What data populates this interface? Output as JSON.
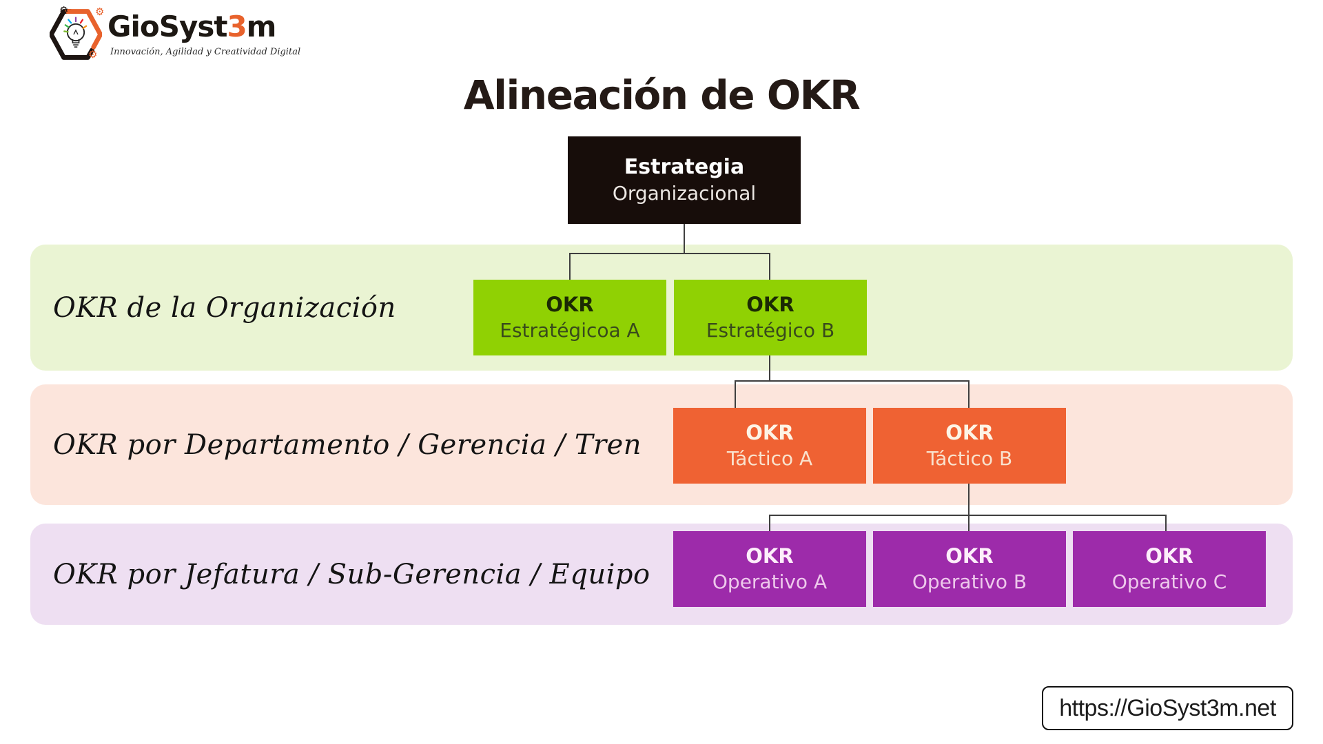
{
  "logo": {
    "brand_prefix": "GioSyst",
    "brand_accent": "3",
    "brand_suffix": "m",
    "tagline": "Innovación, Agilidad y Creatividad Digital",
    "accent_color": "#e8622c"
  },
  "title": "Alineación de OKR",
  "org_chart": {
    "root": {
      "title": "Estrategia",
      "subtitle": "Organizacional",
      "bg_color": "#170d0a"
    },
    "rows": [
      {
        "label": "OKR de la Organización",
        "band_color": "#eaf4d3",
        "box_color": "#90d103",
        "boxes": [
          {
            "title": "OKR",
            "subtitle": "Estratégicoa A"
          },
          {
            "title": "OKR",
            "subtitle": "Estratégico B"
          }
        ]
      },
      {
        "label": "OKR por Departamento / Gerencia / Tren",
        "band_color": "#fce5dc",
        "box_color": "#ef6233",
        "boxes": [
          {
            "title": "OKR",
            "subtitle": "Táctico A"
          },
          {
            "title": "OKR",
            "subtitle": "Táctico B"
          }
        ]
      },
      {
        "label": "OKR por Jefatura / Sub-Gerencia / Equipo",
        "band_color": "#eedff2",
        "box_color": "#9d2baa",
        "boxes": [
          {
            "title": "OKR",
            "subtitle": "Operativo A"
          },
          {
            "title": "OKR",
            "subtitle": "Operativo B"
          },
          {
            "title": "OKR",
            "subtitle": "Operativo C"
          }
        ]
      }
    ],
    "connector_color": "#3f3f3f"
  },
  "footer": {
    "url": "https://GioSyst3m.net"
  }
}
